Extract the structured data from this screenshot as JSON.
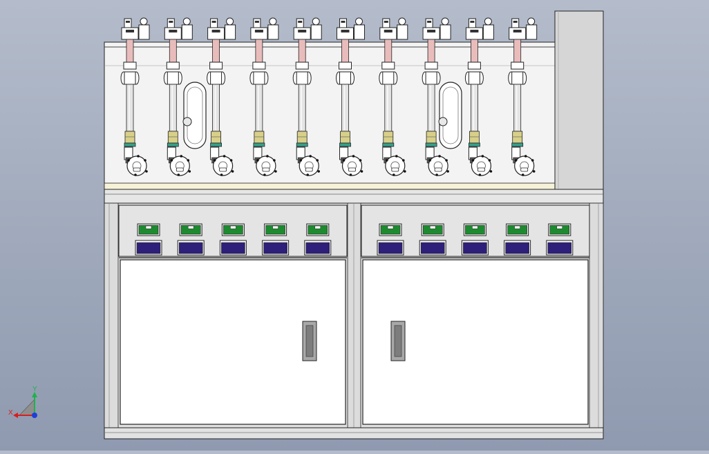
{
  "viewport": {
    "background_top": "#b4bccb",
    "background_bottom": "#8f9ab0"
  },
  "triad": {
    "x_label": "X",
    "y_label": "Y",
    "x_color": "#d81e1e",
    "y_color": "#1fb24a",
    "z_color": "#1e3fd8"
  },
  "machine": {
    "station_count": 10,
    "left_bank_unit_count": 5,
    "right_bank_unit_count": 5,
    "colors": {
      "frame": "#f2f2f2",
      "frame_edge": "#222222",
      "side_cabinet": "#d6d6d6",
      "base_strip": "#f6f2d8",
      "pipe_copper": "#e9bcbc",
      "pipe_steel": "#e4e4e4",
      "pipe_band": "#d8d089",
      "pipe_ring": "#36a08c",
      "display_green": "#1e8a30",
      "button_purple": "#2e1f7a",
      "handle": "#9a9a9a"
    }
  }
}
